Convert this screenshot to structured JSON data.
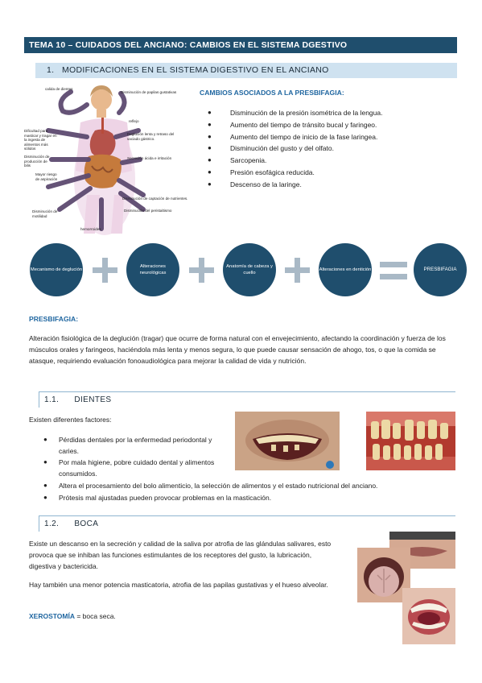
{
  "header": {
    "title": "TEMA 10 – CUIDADOS DEL ANCIANO: CAMBIOS EN EL SISTEMA DGESTIVO"
  },
  "section1": {
    "number": "1.",
    "title": "MODIFICACIONES EN EL SISTEMA DIGESTIVO EN EL ANCIANO"
  },
  "diagram_labels": [
    "calida de dientes",
    "Disminución de papilas gustativas",
    "reflejo",
    "Dificultad para masticar y tragar en la ingesta de alimentos más sólidos",
    "Deglución lenta y retraso del vaciado gástrico.",
    "Secreción ácida e irritación",
    "Disminución de producción de bilis",
    "Mayor riesgo de aspiración",
    "Disminución de captación de nutrientes.",
    "Disminución del peristaltismo",
    "Disminución de motilidad",
    "hemorroides"
  ],
  "presbifagia_changes": {
    "heading": "CAMBIOS ASOCIADOS A LA PRESBIFAGIA:",
    "items": [
      "Disminución de la presión isométrica de la lengua.",
      "Aumento del tiempo de tránsito bucal y faringeo.",
      "Aumento del tiempo de inicio de la fase laringea.",
      "Disminución del gusto y del olfato.",
      "Sarcopenia.",
      "Presión esofágica reducida.",
      "Descenso de la laringe."
    ]
  },
  "equation": {
    "terms": [
      "Mecanismo de deglución",
      "Alteraciones neurológicas",
      "Anatomía de cabeza y cuello",
      "Alteraciones en dentición"
    ],
    "result": "PRESBIFAGIA"
  },
  "presbifagia": {
    "heading": "PRESBIFAGIA:",
    "text": "Alteración fisiológica de la deglución (tragar) que ocurre de forma natural con el envejecimiento, afectando la coordinación y fuerza de los músculos orales y faringeos, haciéndola más lenta y menos segura, lo que puede causar sensación de ahogo, tos, o que la comida se atasque, requiriendo evaluación fonoaudiológica para mejorar la calidad de vida y nutrición."
  },
  "dientes": {
    "number": "1.1.",
    "title": "DIENTES",
    "intro": "Existen diferentes factores:",
    "items": [
      "Pérdidas dentales por la enfermedad periodontal y caries.",
      "Por mala higiene, pobre cuidado dental y alimentos consumidos.",
      "Altera el procesamiento del bolo alimenticio, la selección de alimentos y el estado nutricional del anciano.",
      "Prótesis mal ajustadas pueden provocar problemas en la masticación."
    ]
  },
  "boca": {
    "number": "1.2.",
    "title": "BOCA",
    "p1": "Existe un descanso en la secreción y calidad de la saliva por atrofia de las glándulas salivares, esto provoca que se inhiban las funciones estimulantes de los receptores del gusto, la lubricación, digestiva y bactericida.",
    "p2": "Hay también una menor potencia masticatoria, atrofia de las papilas gustativas y el hueso alveolar.",
    "xero_term": "XEROSTOMÍA",
    "xero_def": " = boca seca."
  },
  "colors": {
    "banner": "#1f4e6d",
    "subbanner": "#cfe2f0",
    "accent": "#1f66a0",
    "operator": "#a9b9c6"
  }
}
